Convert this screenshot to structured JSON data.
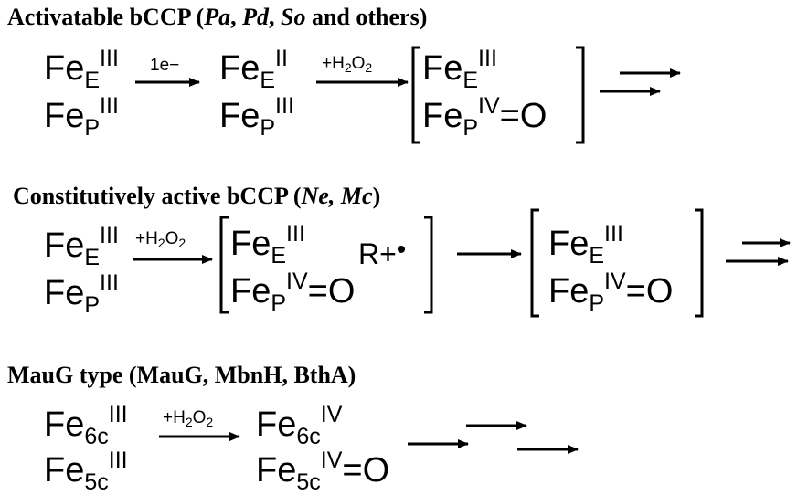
{
  "section1": {
    "title_prefix": "Activatable bCCP (",
    "title_org1": "Pa",
    "title_sep1": ", ",
    "title_org2": "Pd",
    "title_sep2": ", ",
    "title_org3": "So",
    "title_suffix": " and others)",
    "s0": {
      "e_el": "Fe",
      "e_sub": "E",
      "e_sup": "III",
      "p_el": "Fe",
      "p_sub": "P",
      "p_sup": "III"
    },
    "arrow1_label": "1e−",
    "s1": {
      "e_el": "Fe",
      "e_sub": "E",
      "e_sup": "II",
      "p_el": "Fe",
      "p_sub": "P",
      "p_sup": "III"
    },
    "arrow2_label_pre": "+H",
    "arrow2_label_sub1": "2",
    "arrow2_label_mid": "O",
    "arrow2_label_sub2": "2",
    "s2": {
      "e_el": "Fe",
      "e_sub": "E",
      "e_sup": "III",
      "p_el": "Fe",
      "p_sub": "P",
      "p_sup": "IV",
      "p_tail": "=O"
    }
  },
  "section2": {
    "title_prefix": "Constitutively active bCCP (",
    "title_org1": "Ne, Mc",
    "title_suffix": ")",
    "s0": {
      "e_el": "Fe",
      "e_sub": "E",
      "e_sup": "III",
      "p_el": "Fe",
      "p_sub": "P",
      "p_sup": "III"
    },
    "arrow1_label_pre": "+H",
    "arrow1_label_sub1": "2",
    "arrow1_label_mid": "O",
    "arrow1_label_sub2": "2",
    "s1": {
      "e_el": "Fe",
      "e_sub": "E",
      "e_sup": "III",
      "p_el": "Fe",
      "p_sub": "P",
      "p_sup": "IV",
      "p_tail": "=O"
    },
    "radical_label": "R+",
    "radical_dot": "•",
    "s2": {
      "e_el": "Fe",
      "e_sub": "E",
      "e_sup": "III",
      "p_el": "Fe",
      "p_sub": "P",
      "p_sup": "IV",
      "p_tail": "=O"
    }
  },
  "section3": {
    "title": "MauG type (MauG, MbnH, BthA)",
    "s0": {
      "a_el": "Fe",
      "a_sub": "6c",
      "a_sup": "III",
      "b_el": "Fe",
      "b_sub": "5c",
      "b_sup": "III"
    },
    "arrow1_label_pre": "+H",
    "arrow1_label_sub1": "2",
    "arrow1_label_mid": "O",
    "arrow1_label_sub2": "2",
    "s1": {
      "a_el": "Fe",
      "a_sub": "6c",
      "a_sup": "IV",
      "b_el": "Fe",
      "b_sub": "5c",
      "b_sup": "IV",
      "b_tail": "=O"
    }
  }
}
